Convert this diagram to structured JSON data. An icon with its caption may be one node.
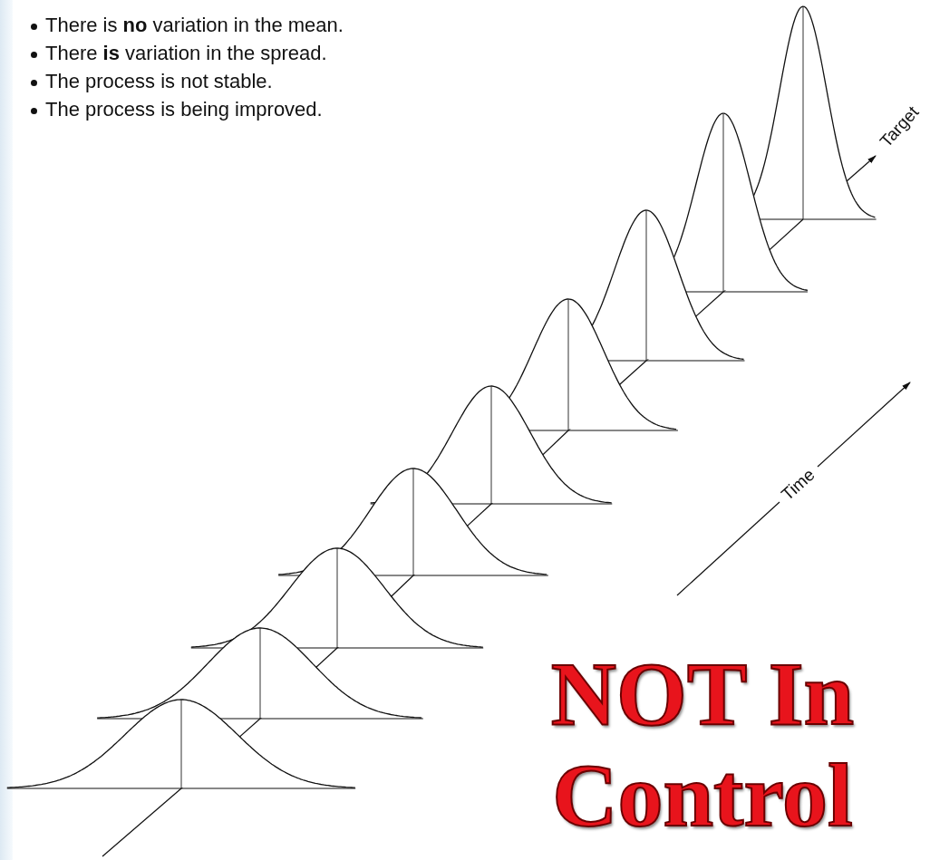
{
  "diagram": {
    "labels": [
      "There is **no** variation in the mean.",
      "There **is** variation in the spread.",
      "The process is not stable.",
      "The process is being improved.",
      "Target",
      "Time",
      "NOT In Control"
    ]
  }
}
